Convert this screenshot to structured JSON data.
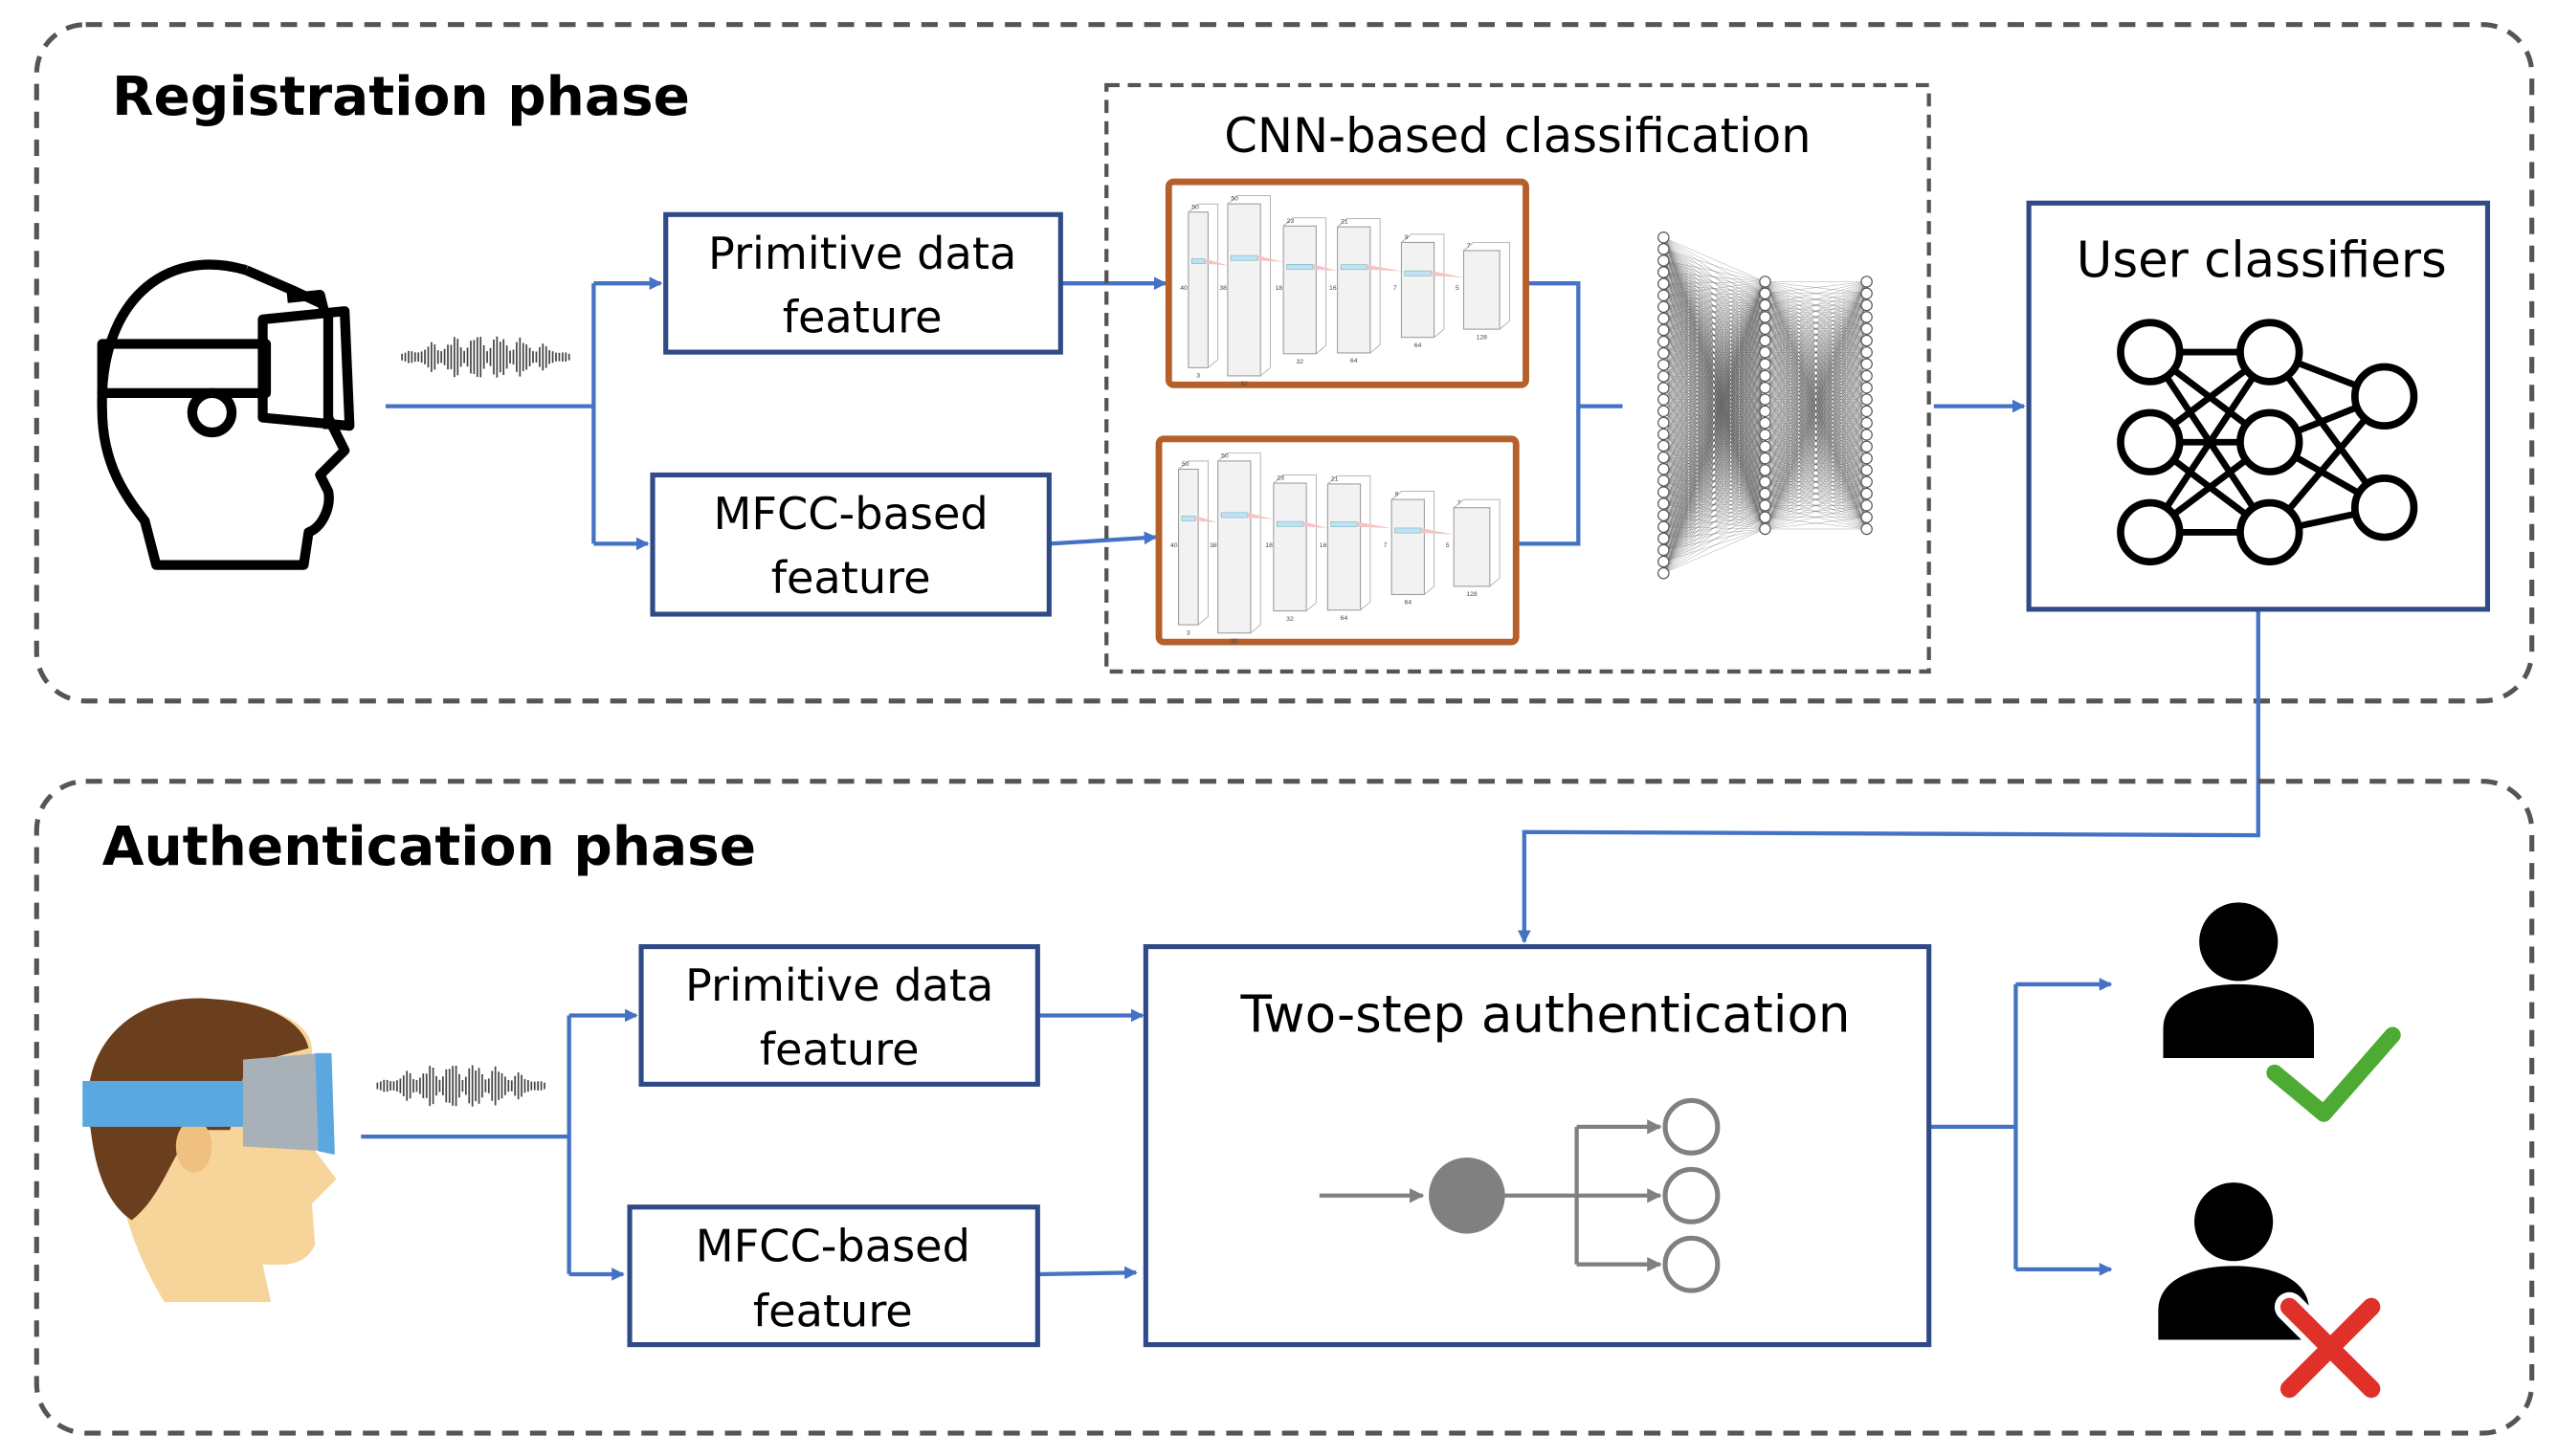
{
  "registration": {
    "title": "Registration phase",
    "primitive_box": [
      "Primitive data",
      "feature"
    ],
    "mfcc_box": [
      "MFCC-based",
      "feature"
    ],
    "cnn_title": "CNN-based classification",
    "cnn_layer_labels": {
      "top": [
        "50",
        "50",
        "23",
        "21",
        "9",
        "7"
      ],
      "bottom": [
        "3",
        "32",
        "32",
        "64",
        "64",
        "128"
      ],
      "side": [
        "40",
        "38",
        "18",
        "16",
        "7",
        "5"
      ]
    },
    "user_classifiers": "User classifiers"
  },
  "authentication": {
    "title": "Authentication phase",
    "primitive_box": [
      "Primitive data",
      "feature"
    ],
    "mfcc_box": [
      "MFCC-based",
      "feature"
    ],
    "two_step": "Two-step authentication",
    "outcomes": [
      "user-accepted-icon",
      "user-rejected-icon"
    ]
  },
  "colors": {
    "arrow": "#4472C4",
    "box_border": "#2F4A87",
    "cnn_border": "#B5602A",
    "accept": "#4DAA32",
    "reject": "#E0302A",
    "headset": "#5BA8E0"
  }
}
